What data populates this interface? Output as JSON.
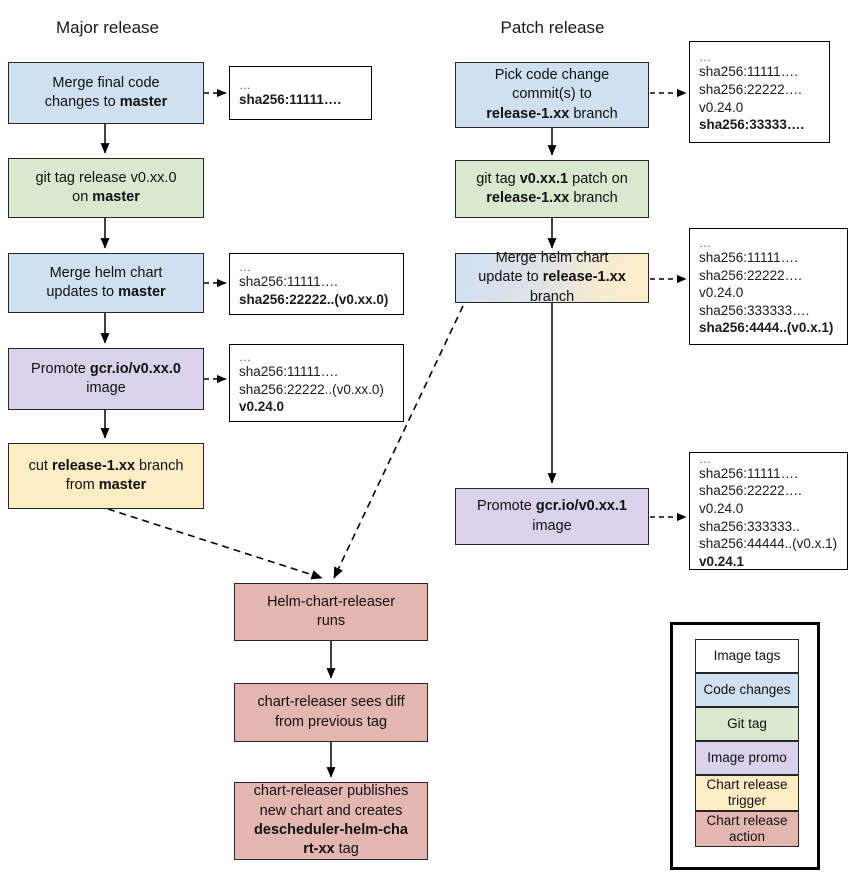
{
  "diagram": {
    "title_left": "Major release",
    "title_right": "Patch release",
    "colors": {
      "code_changes": "#cfe0f0",
      "git_tag": "#d8e9d0",
      "image_promo": "#d9d2ec",
      "chart_release_trigger": "#fdecc4",
      "chart_release_action": "#e4b6b0",
      "image_tags": "#ffffff",
      "stroke": "#262626"
    }
  },
  "major": {
    "n1": {
      "line1": "Merge final code",
      "line2_pre": "changes to ",
      "line2_bold": "master"
    },
    "n2": {
      "line1": "git tag release v0.xx.0",
      "line2_pre": "on ",
      "line2_bold": "master"
    },
    "n3": {
      "line1": "Merge helm chart",
      "line2_pre": "updates to ",
      "line2_bold": "master"
    },
    "n4": {
      "line1_pre": "Promote ",
      "line1_bold": "gcr.io/v0.xx.0",
      "line2": "image"
    },
    "n5": {
      "line1_pre": "cut ",
      "line1_bold": "release-1.xx",
      "line1_post": " branch",
      "line2_pre": "from ",
      "line2_bold": "master"
    }
  },
  "patch": {
    "p1": {
      "line1": "Pick code change",
      "line2": "commit(s) to",
      "line3_bold": "release-1.xx",
      "line3_post": " branch"
    },
    "p2": {
      "line1_pre": "git tag ",
      "line1_bold": "v0.xx.1",
      "line1_post": " patch on",
      "line2_bold": "release-1.xx",
      "line2_post": " branch"
    },
    "p3": {
      "line1": "Merge helm chart",
      "line2_pre": "update to ",
      "line2_bold": "release-1.xx",
      "line3": "branch"
    },
    "p4": {
      "line1_pre": "Promote ",
      "line1_bold": "gcr.io/v0.xx.1",
      "line2": "image"
    }
  },
  "bottom": {
    "b1": {
      "line1": "Helm-chart-releaser",
      "line2": "runs"
    },
    "b2": {
      "line1": "chart-releaser sees diff",
      "line2": "from previous tag"
    },
    "b3": {
      "line1": "chart-releaser publishes",
      "line2": "new chart and creates",
      "line3_bold": "descheduler-helm-cha",
      "line4_bold": "rt-xx",
      "line4_post": " tag"
    }
  },
  "tagboxes": {
    "major_t1": {
      "ellipsis": "…",
      "lines": [
        {
          "text": "sha256:11111….",
          "bold": true
        }
      ]
    },
    "major_t2": {
      "ellipsis": "…",
      "lines": [
        {
          "text": "sha256:11111….",
          "bold": false
        },
        {
          "text": "sha256:22222..(v0.xx.0)",
          "bold": true
        }
      ]
    },
    "major_t3": {
      "ellipsis": "…",
      "lines": [
        {
          "text": "sha256:11111….",
          "bold": false
        },
        {
          "text": "sha256:22222..(v0.xx.0)",
          "bold": false
        },
        {
          "text": "v0.24.0",
          "bold": true
        }
      ]
    },
    "patch_t1": {
      "ellipsis": "…",
      "lines": [
        {
          "text": "sha256:11111….",
          "bold": false
        },
        {
          "text": "sha256:22222….",
          "bold": false
        },
        {
          "text": "v0.24.0",
          "bold": false
        },
        {
          "text": "sha256:33333….",
          "bold": true
        }
      ]
    },
    "patch_t2": {
      "ellipsis": "…",
      "lines": [
        {
          "text": "sha256:11111….",
          "bold": false
        },
        {
          "text": "sha256:22222….",
          "bold": false
        },
        {
          "text": "v0.24.0",
          "bold": false
        },
        {
          "text": "sha256:333333….",
          "bold": false
        },
        {
          "text": "sha256:4444..(v0.x.1)",
          "bold": true
        }
      ]
    },
    "patch_t3": {
      "ellipsis": "…",
      "lines": [
        {
          "text": "sha256:11111….",
          "bold": false
        },
        {
          "text": "sha256:22222….",
          "bold": false
        },
        {
          "text": "v0.24.0",
          "bold": false
        },
        {
          "text": "sha256:333333..",
          "bold": false
        },
        {
          "text": "sha256:44444..(v0.x.1)",
          "bold": false
        },
        {
          "text": "v0.24.1",
          "bold": true
        }
      ]
    }
  },
  "legend": {
    "items": [
      {
        "label": "Image tags",
        "color": "#ffffff",
        "key": "image-tags"
      },
      {
        "label": "Code changes",
        "color": "#cfe0f0",
        "key": "code-changes"
      },
      {
        "label": "Git tag",
        "color": "#d8e9d0",
        "key": "git-tag"
      },
      {
        "label": "Image promo",
        "color": "#d9d2ec",
        "key": "image-promo"
      },
      {
        "label": "Chart release trigger",
        "color": "#fdecc4",
        "key": "chart-release-trigger"
      },
      {
        "label": "Chart release action",
        "color": "#e4b6b0",
        "key": "chart-release-action"
      }
    ]
  }
}
